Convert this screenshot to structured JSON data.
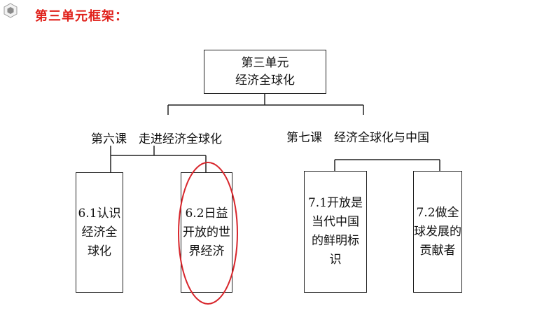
{
  "heading": "第三单元框架：",
  "root": {
    "line1": "第三单元",
    "line2": "经济全球化"
  },
  "lessons": [
    {
      "title": "第六课　走进经济全球化",
      "sections": [
        "6.1认识经济全球化",
        "6.2日益开放的世界经济"
      ]
    },
    {
      "title": "第七课　经济全球化与中国",
      "sections": [
        "7.1开放是当代中国的鲜明标识",
        "7.2做全球发展的贡献者"
      ]
    }
  ],
  "highlight": {
    "target": "6.2日益开放的世界经济",
    "color": "#d8262c"
  },
  "colors": {
    "heading": "#e0211b",
    "lines": "#222222"
  }
}
